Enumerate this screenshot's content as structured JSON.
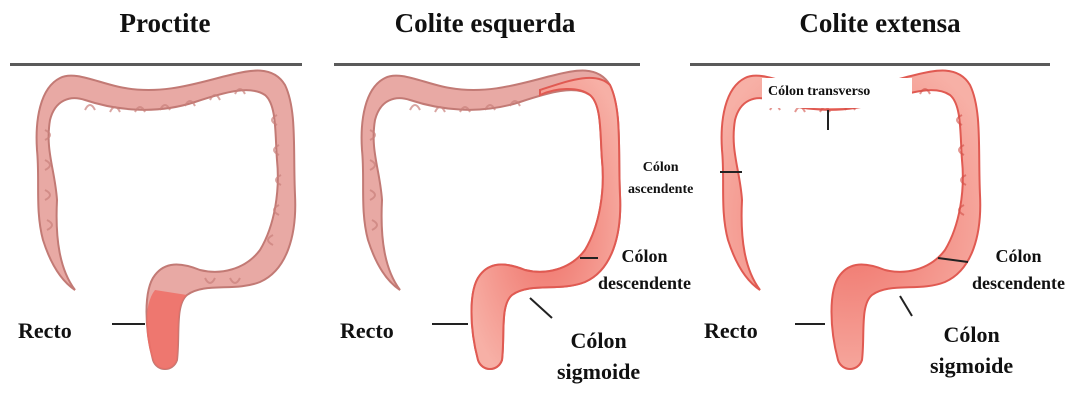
{
  "panels": [
    {
      "title": "Proctite"
    },
    {
      "title": "Colite esquerda"
    },
    {
      "title": "Colite extensa"
    }
  ],
  "labels": {
    "recto": "Recto",
    "colon_descendente_line1": "Cólon",
    "colon_descendente_line2": "descendente",
    "colon_sigmoide_line1": "Cólon",
    "colon_sigmoide_line2": "sigmoide",
    "colon_ascendente_line1": "Cólon",
    "colon_ascendente_line2": "ascendente",
    "colon_transverso": "Cólon transverso"
  },
  "colors": {
    "healthy": "#e8a9a4",
    "healthy_haustra": "#c9807b",
    "inflamed": "#ef6f66",
    "inflamed_glow": "#f7b0a6",
    "rule": "#5a5a5a"
  }
}
